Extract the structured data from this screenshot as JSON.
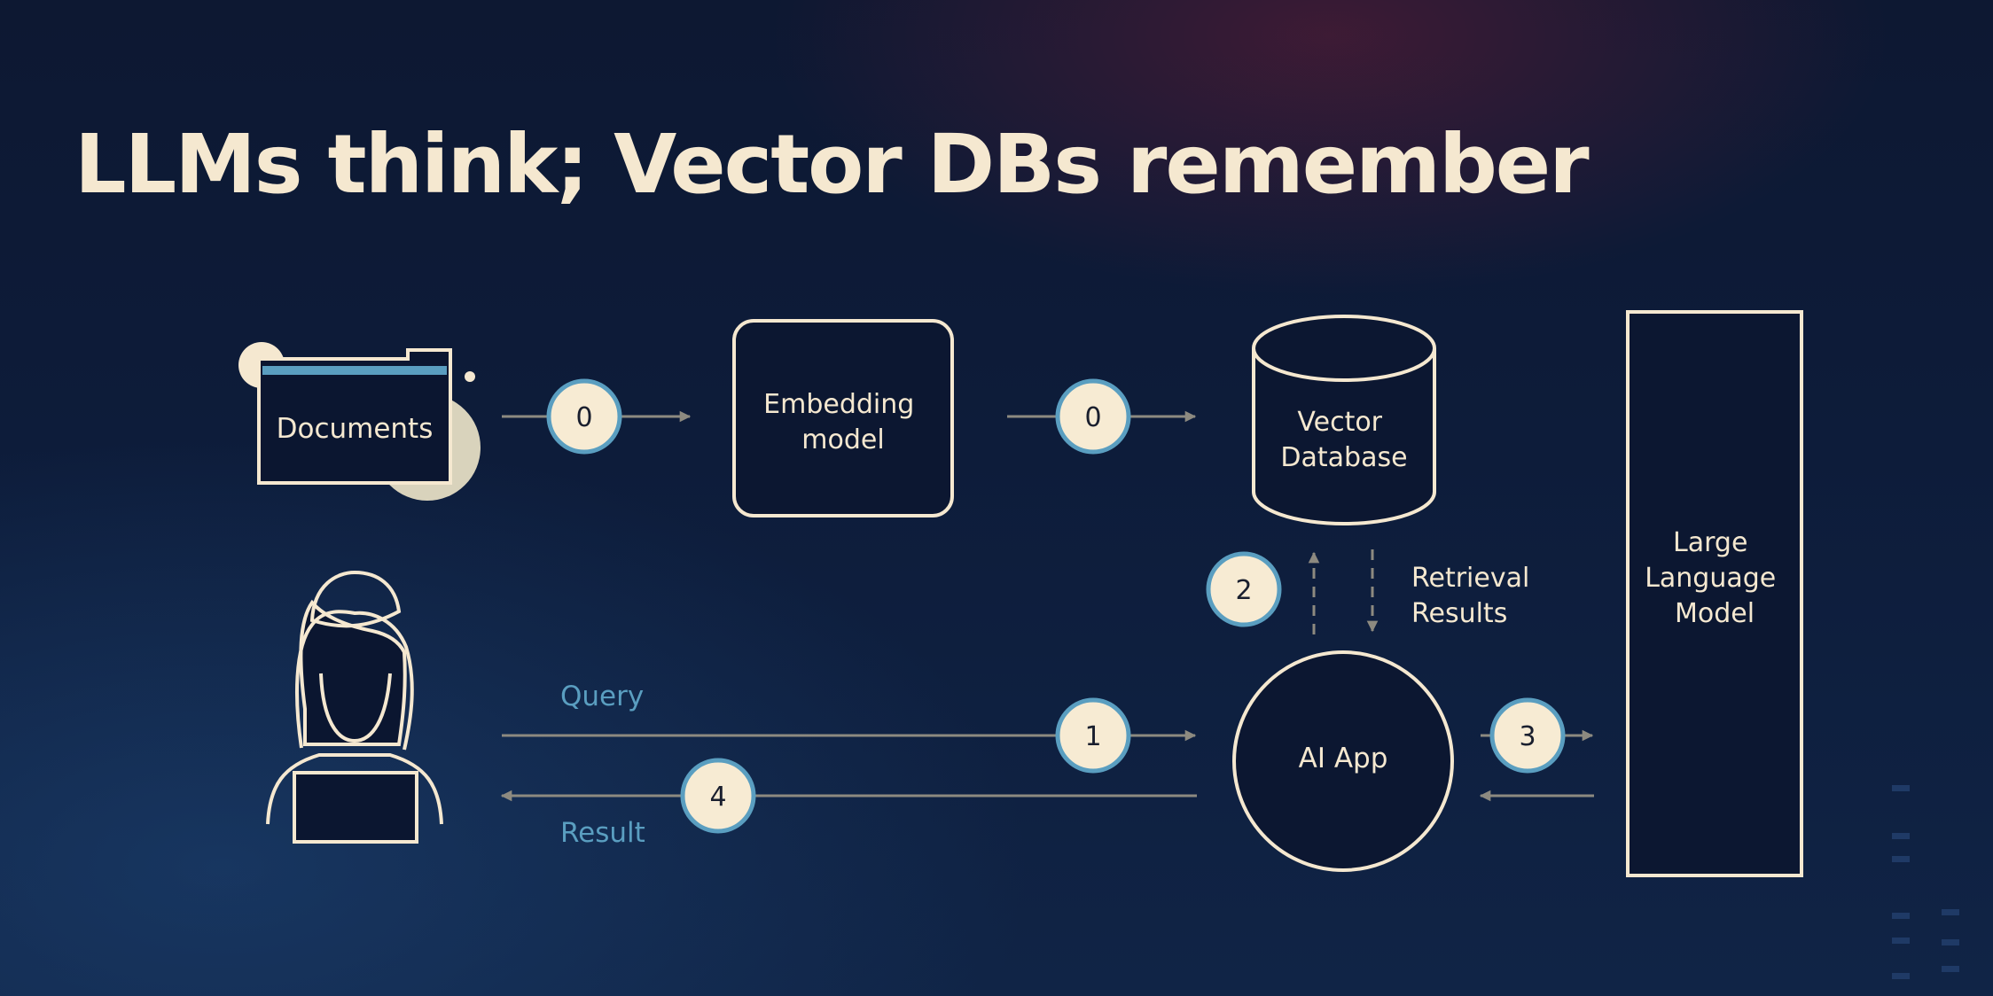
{
  "title": "LLMs think; Vector DBs remember",
  "nodes": {
    "documents": "Documents",
    "embedding": [
      "Embedding",
      "model"
    ],
    "vector_db": [
      "Vector",
      "Database"
    ],
    "llm": [
      "Large",
      "Language",
      "Model"
    ],
    "ai_app": "AI App"
  },
  "edge_labels": {
    "query": "Query",
    "result": "Result",
    "retrieval": [
      "Retrieval",
      "Results"
    ]
  },
  "steps": {
    "doc_to_embed": "0",
    "embed_to_db": "0",
    "query": "1",
    "retrieval": "2",
    "llm": "3",
    "result": "4"
  },
  "colors": {
    "background": "#0d1c3a",
    "text": "#f5e8d0",
    "line": "#8d8a80",
    "accent_blue": "#5a9ec0",
    "badge_fill": "#f7ebd3",
    "badge_ring": "#5a9ec0"
  }
}
